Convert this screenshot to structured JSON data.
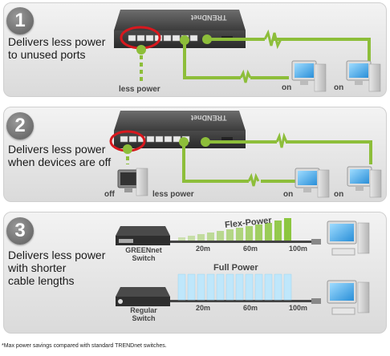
{
  "steps": [
    {
      "number": "1",
      "line1": "Delivers less power",
      "line2": "to unused ports",
      "less_power": "less power",
      "on_a": "on",
      "on_b": "on"
    },
    {
      "number": "2",
      "line1": "Delivers less power",
      "line2": "when devices are off",
      "off": "off",
      "less_power": "less power",
      "on_a": "on",
      "on_b": "on"
    },
    {
      "number": "3",
      "line1": "Delivers less power",
      "line2": "with shorter",
      "line3": "cable lengths",
      "flex_label": "Flex-Power",
      "full_label": "Full Power",
      "green_switch_line1": "GREENnet",
      "green_switch_line2": "Switch",
      "regular_switch_line1": "Regular",
      "regular_switch_line2": "Switch",
      "dist_20": "20m",
      "dist_60": "60m",
      "dist_100": "100m"
    }
  ],
  "switch_brand": "TRENDnet",
  "footnote": "*Max power savings compared with standard TRENDnet switches.",
  "colors": {
    "cable_green": "#8dbe3a",
    "highlight_red": "#d8181e",
    "flex_green": "#8cc63f",
    "full_blue": "#bfe7fb"
  }
}
